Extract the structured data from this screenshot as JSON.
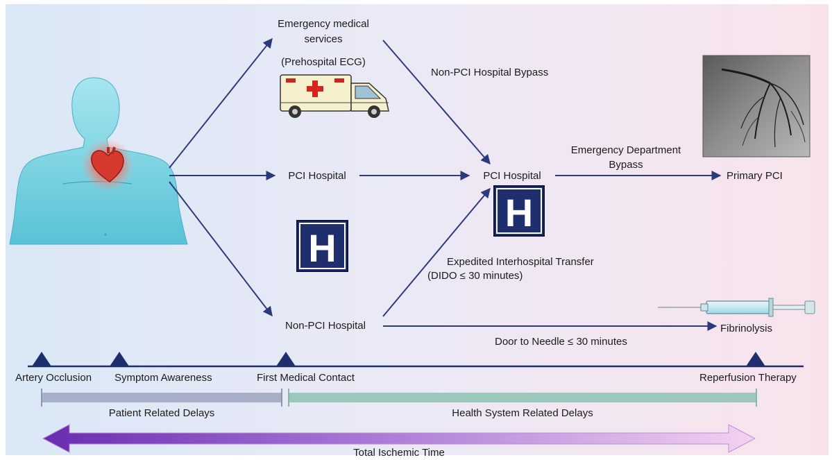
{
  "nodes": {
    "ems_title": "Emergency medical\nservices",
    "prehospital_ecg": "(Prehospital ECG)",
    "pci_hospital_direct": "PCI Hospital",
    "non_pci_hospital": "Non-PCI Hospital",
    "pci_hospital_target": "PCI Hospital",
    "primary_pci": "Primary PCI",
    "fibrinolysis": "Fibrinolysis"
  },
  "edges": {
    "non_pci_bypass": "Non-PCI Hospital Bypass",
    "ed_bypass": "Emergency Department\nBypass",
    "interhospital_transfer": "Expedited Interhospital Transfer",
    "dido": "(DIDO ≤ 30 minutes)",
    "door_to_needle": "Door to Needle ≤ 30 minutes"
  },
  "timeline": {
    "milestones": [
      "Artery Occlusion",
      "Symptom Awareness",
      "First Medical Contact",
      "Reperfusion Therapy"
    ],
    "patient_delays": "Patient Related Delays",
    "system_delays": "Health System Related Delays",
    "total_ischemic": "Total Ischemic Time"
  },
  "icons": {
    "hospital_sign_letter": "H",
    "patient": "patient-torso-icon",
    "heart": "heart-icon",
    "ambulance": "ambulance-icon",
    "angiogram": "angiogram-image",
    "syringe": "syringe-icon"
  },
  "colors": {
    "arrow": "#2c3a7c",
    "hospital_sign": "#1f2f6e",
    "patient_fill": "#7fd6e3",
    "heart": "#d63a2f",
    "patient_delay_bar": "#a7b0c8",
    "system_delay_bar": "#9cc7bc",
    "total_arrow_start": "#6a2bb0",
    "total_arrow_end": "#f3d2f0"
  }
}
